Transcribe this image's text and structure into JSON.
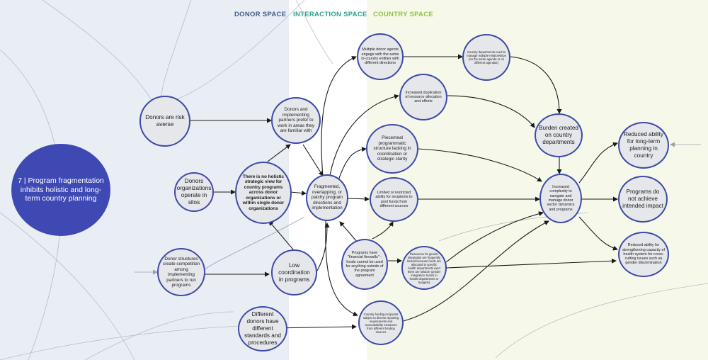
{
  "spaces": {
    "donor": {
      "label": "DONOR SPACE",
      "color": "#3f5a8c"
    },
    "interaction": {
      "label": "INTERACTION SPACE",
      "color": "#2aa38a"
    },
    "country": {
      "label": "COUNTRY SPACE",
      "color": "#8cc43f"
    }
  },
  "colors": {
    "node_border": "#3e4aa8",
    "node_fill": "#e6e7eb",
    "focus_fill": "#3f49b3",
    "arrow": "#1a1a1a",
    "background_curve": "#b8bcc6"
  },
  "nodes": {
    "focus": "7 | Program fragmentation inhibits holistic and long-term country planning",
    "risk_averse": "Donors are risk averse",
    "orgs_silos": "Donors organizations operate in silos",
    "structures": "Donor structures create competition among implementing partners to run programs",
    "different_donors": "Different donors have different standards and procedures",
    "prefer_areas": "Donors and implementing partners prefer to work in areas they are familiar with",
    "no_holistic": "There is no holistic strategic view for country programs across donor organizations or within single donor organizations",
    "low_coord": "Low coordination in programs",
    "fragmented": "Fragmented, overlapping, or patchy program directions and implementation",
    "multiple_agents": "Multiple donor agents engage with the same in-country entities with different directions",
    "duplication": "Increased duplication of resource allocation and efforts",
    "piecemeal": "Piecemeal programmatic structure lacking in coordination or strategic clarity",
    "limited_pool": "Limited or restricted ability for recipients to pool funds from different sources",
    "firewalls": "Programs have \"financial firewalls\" - funds cannot be used for anything outside of the program agreement",
    "country_funding": "Country funding recipients subject to diverse reporting requirements and accountability measures from different funding sources",
    "relationships": "Country departments need to manage multiple relationships (on the same agenda or on different agendas)",
    "gender": "Resources for gender integration are frequently limited because funds are allocated to specific health departments (and there are seldom 'gender integration' teams in health departments or budgets)",
    "burden": "Burden created on country departments",
    "complexity": "Increased complexity to navigate and manage donor sector dynamics and programs",
    "reduced_planning": "Reduced ability for long-term planning in country",
    "not_achieve": "Programs do not achieve intended impact",
    "reduced_capacity": "Reduced ability for strengthening capacity of health system for cross-cutting issues such as gender discrimination"
  }
}
